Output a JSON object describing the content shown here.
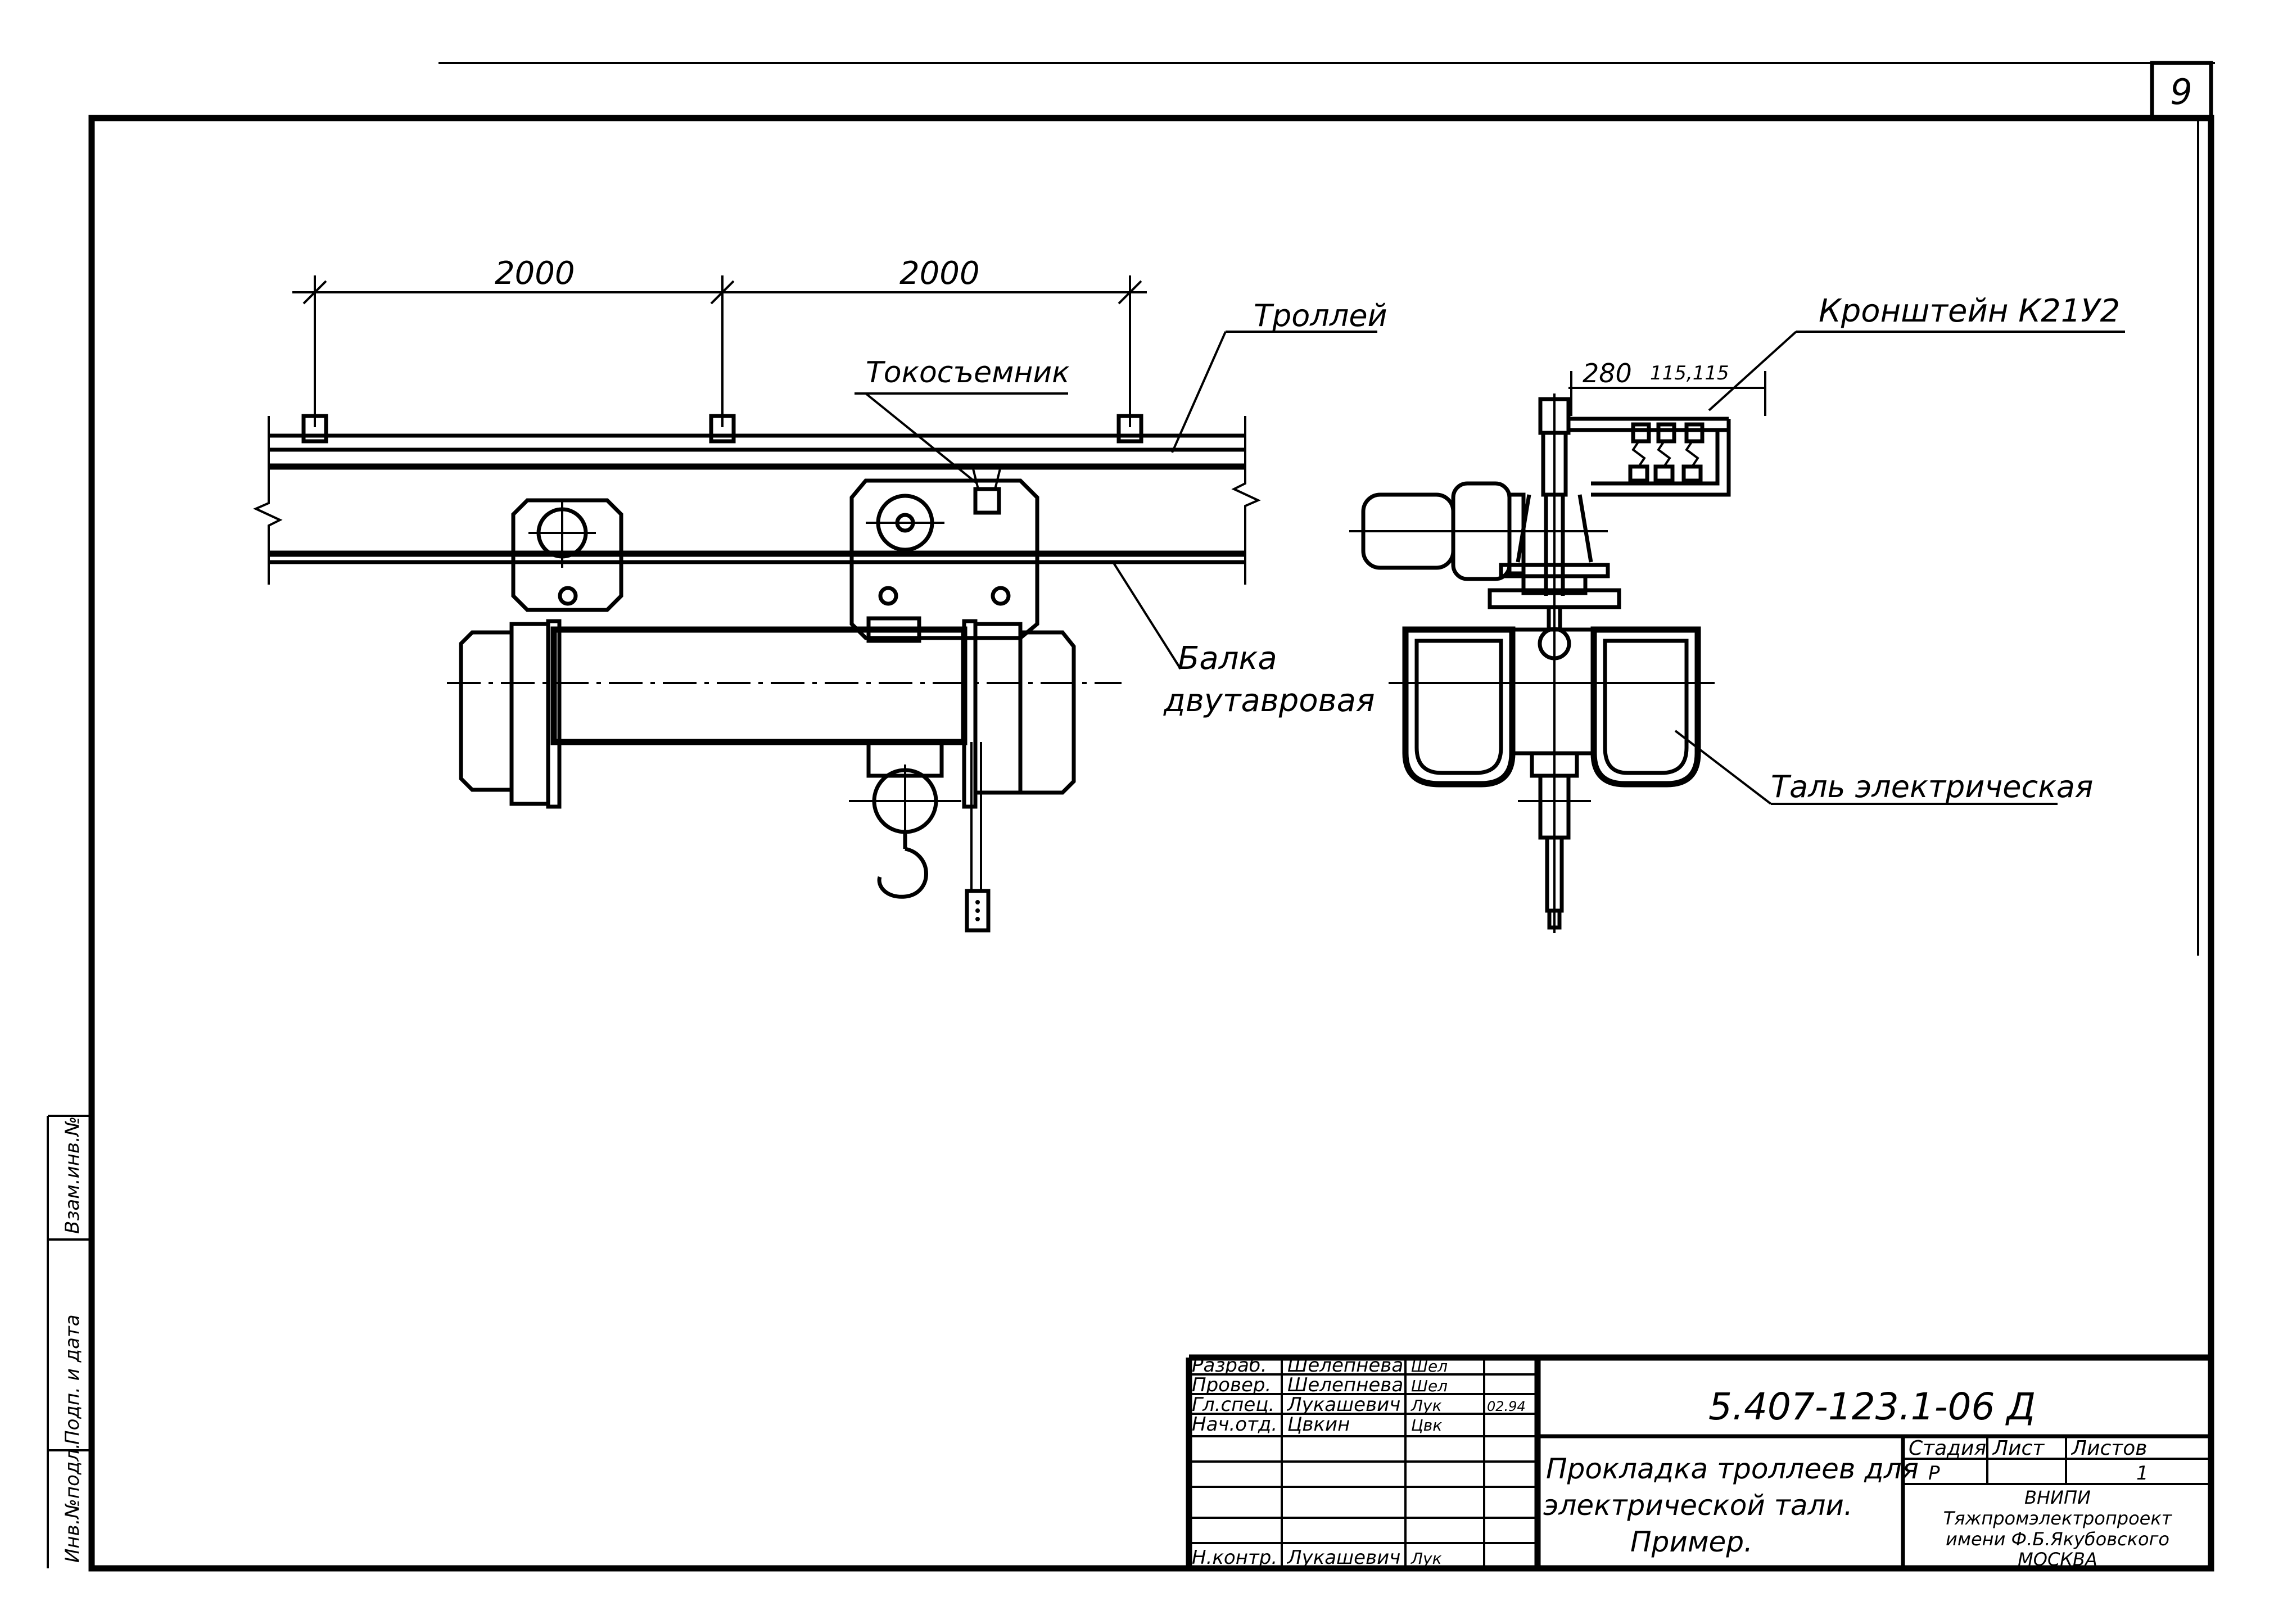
{
  "sheet_number": "9",
  "dimensions": {
    "span_1": "2000",
    "span_2": "2000",
    "bracket_dims": "280",
    "bracket_spacing": "115,115"
  },
  "labels": {
    "trolley": "Троллей",
    "current_collector": "Токосъемник",
    "beam_line1": "Балка",
    "beam_line2": "двутавровая",
    "bracket": "Кронштейн К21У2",
    "hoist": "Таль электрическая"
  },
  "left_margin": {
    "label_1": "Инв.№подл.",
    "label_2": "Подп. и дата",
    "label_3": "Взам.инв.№"
  },
  "title_block": {
    "doc_code": "5.407-123.1-06 Д",
    "title_line1": "Прокладка троллеев для",
    "title_line2": "электрической тали.",
    "title_line3": "Пример.",
    "stage_header": "Стадия",
    "sheet_header": "Лист",
    "sheets_header": "Листов",
    "stage_value": "Р",
    "sheets_value": "1",
    "org_line1": "ВНИПИ",
    "org_line2": "Тяжпромэлектропроект",
    "org_line3": "имени Ф.Б.Якубовского",
    "org_line4": "МОСКВА",
    "rows": [
      {
        "role": "Разраб.",
        "name": "Шелепнева",
        "sign": "Шел",
        "date": ""
      },
      {
        "role": "Провер.",
        "name": "Шелепнева",
        "sign": "Шел",
        "date": ""
      },
      {
        "role": "Гл.спец.",
        "name": "Лукашевич",
        "sign": "Лук",
        "date": "02.94"
      },
      {
        "role": "Нач.отд.",
        "name": "Цвкин",
        "sign": "Цвк",
        "date": ""
      },
      {
        "role": "Н.контр.",
        "name": "Лукашевич",
        "sign": "Лук",
        "date": ""
      }
    ]
  }
}
